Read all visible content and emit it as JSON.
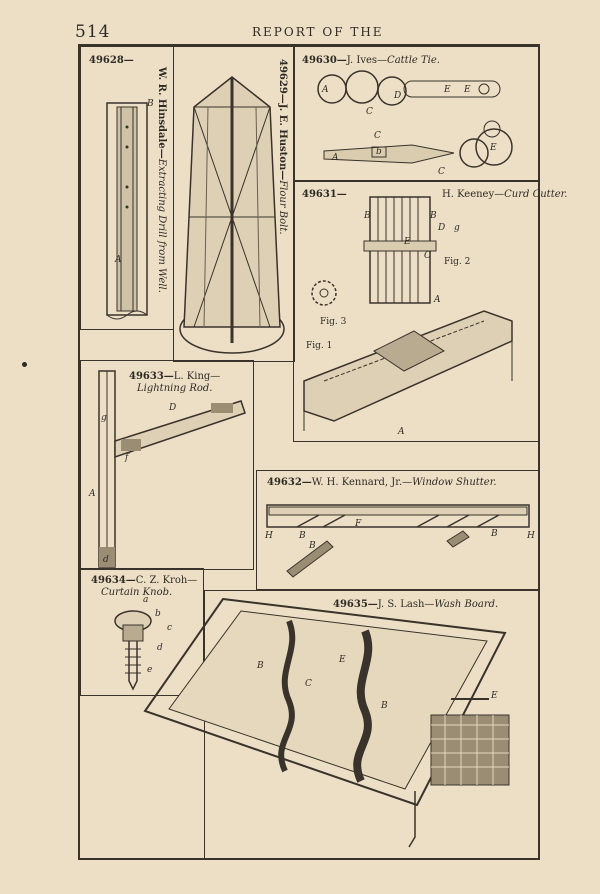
{
  "page": {
    "number": "514",
    "running_head": "REPORT OF THE"
  },
  "patents": {
    "p49628": {
      "number": "49628—",
      "inventor": "W. R. Hinsdale—",
      "title": "Extracting Drill from Well.",
      "labels": {
        "b": "B",
        "a": "A"
      }
    },
    "p49629": {
      "number": "49629—",
      "inventor": "J. E. Huston—",
      "title": "Flour Bolt."
    },
    "p49630": {
      "number": "49630—",
      "inventor": "J. Ives—",
      "title": "Cattle Tie.",
      "labels": {
        "a1": "A",
        "c1": "C",
        "d": "D",
        "e1": "E",
        "e2": "E",
        "c2": "C",
        "a2": "A",
        "b": "b",
        "c3": "C",
        "e3": "E"
      }
    },
    "p49631": {
      "number": "49631—",
      "inventor": "H. Keeney—",
      "title": "Curd Cutter.",
      "fig1": "Fig. 1",
      "fig2": "Fig. 2",
      "fig3": "Fig. 3",
      "labels": {
        "b1": "B",
        "b2": "B",
        "d": "D",
        "e": "E",
        "g": "g",
        "c": "C",
        "a1": "A",
        "a2": "A"
      }
    },
    "p49633": {
      "number": "49633—",
      "inventor": "L. King—",
      "title": "Lightning Rod.",
      "labels": {
        "d1": "D",
        "g": "g",
        "a": "A",
        "f": "f",
        "d2": "d"
      }
    },
    "p49632": {
      "number": "49632—",
      "inventor": "W. H. Kennard, Jr.—",
      "title": "Window Shutter.",
      "labels": {
        "h1": "H",
        "h2": "H",
        "b1": "B",
        "b2": "B",
        "b3": "B",
        "f": "F"
      }
    },
    "p49634": {
      "number": "49634—",
      "inventor": "C. Z. Kroh—",
      "title": "Curtain Knob.",
      "labels": {
        "a": "a",
        "b": "b",
        "c": "c",
        "d": "d",
        "e": "e"
      }
    },
    "p49635": {
      "number": "49635—",
      "inventor": "J. S. Lash—",
      "title": "Wash Board.",
      "labels": {
        "b1": "B",
        "b2": "B",
        "c": "C",
        "e1": "E",
        "e2": "E"
      }
    }
  }
}
